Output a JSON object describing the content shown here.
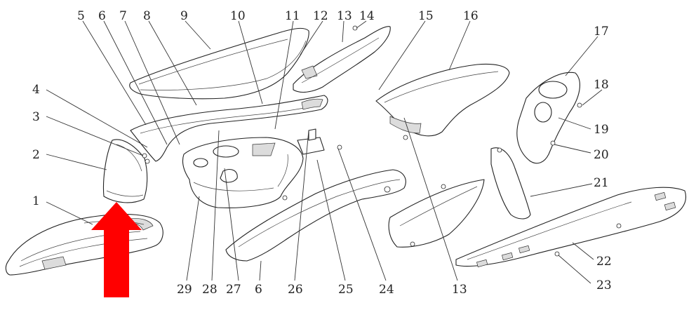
{
  "diagram": {
    "callouts": [
      {
        "id": "c1",
        "label": "1"
      },
      {
        "id": "c2",
        "label": "2"
      },
      {
        "id": "c3",
        "label": "3"
      },
      {
        "id": "c4",
        "label": "4"
      },
      {
        "id": "c5",
        "label": "5"
      },
      {
        "id": "c6a",
        "label": "6"
      },
      {
        "id": "c6b",
        "label": "6"
      },
      {
        "id": "c7",
        "label": "7"
      },
      {
        "id": "c8",
        "label": "8"
      },
      {
        "id": "c9",
        "label": "9"
      },
      {
        "id": "c10",
        "label": "10"
      },
      {
        "id": "c11",
        "label": "11"
      },
      {
        "id": "c12",
        "label": "12"
      },
      {
        "id": "c13a",
        "label": "13"
      },
      {
        "id": "c13b",
        "label": "13"
      },
      {
        "id": "c14",
        "label": "14"
      },
      {
        "id": "c15",
        "label": "15"
      },
      {
        "id": "c16",
        "label": "16"
      },
      {
        "id": "c17",
        "label": "17"
      },
      {
        "id": "c18",
        "label": "18"
      },
      {
        "id": "c19",
        "label": "19"
      },
      {
        "id": "c20",
        "label": "20"
      },
      {
        "id": "c21",
        "label": "21"
      },
      {
        "id": "c22",
        "label": "22"
      },
      {
        "id": "c23",
        "label": "23"
      },
      {
        "id": "c24",
        "label": "24"
      },
      {
        "id": "c25",
        "label": "25"
      },
      {
        "id": "c26",
        "label": "26"
      },
      {
        "id": "c27",
        "label": "27"
      },
      {
        "id": "c28",
        "label": "28"
      },
      {
        "id": "c29",
        "label": "29"
      }
    ],
    "highlight_arrow": {
      "color": "#ff0000",
      "direction": "up",
      "target_callout": "1"
    }
  }
}
